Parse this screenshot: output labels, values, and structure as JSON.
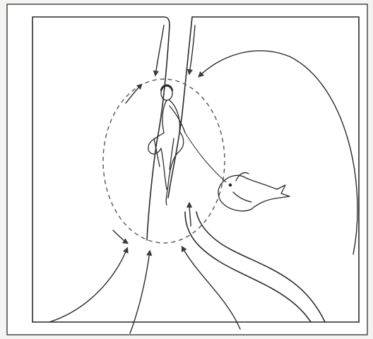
{
  "figure": {
    "description_free": true,
    "colors": {
      "background": "#f4f4f2",
      "paper": "#ffffff",
      "ink": "#2a2a2a",
      "dash": "#555555",
      "arrow": "#3a3a3a"
    },
    "elements": [
      "outer-frame",
      "vertical-channel",
      "curving-channel",
      "dashed-circulation-loop",
      "flow-arrows",
      "human-figure",
      "fish-figure"
    ]
  }
}
